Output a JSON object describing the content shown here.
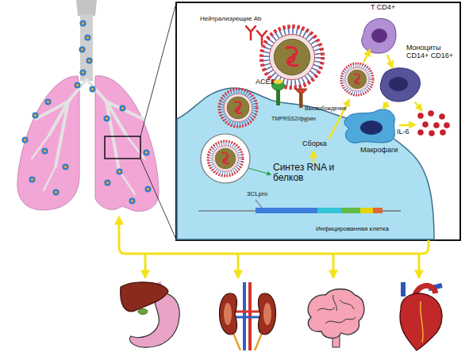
{
  "diagram": {
    "nodes": [
      {
        "text": [
          "Инфицированная клетка"
        ]
      },
      {
        "text": [
          "T CD4+"
        ]
      },
      {
        "text": [
          "Моноциты CD14+ CD16+"
        ]
      },
      {
        "text": [
          "Макрофаги"
        ]
      },
      {
        "text": [
          "IL-6"
        ]
      }
    ],
    "edges": [
      {
        "from": 1,
        "to": 2,
        "arrow": "to"
      },
      {
        "from": 2,
        "to": 3,
        "arrow": "to"
      },
      {
        "from": 2,
        "to": 4,
        "arrow": "to"
      },
      {
        "from": 3,
        "to": 4,
        "arrow": "to"
      }
    ],
    "labels": [
      "Нейтрализующие Ab",
      "ACE2",
      "Высвобождение",
      "TMPRSS2/фурин",
      "Сборка",
      "Синтез RNA и белков",
      "3CLpro"
    ]
  }
}
